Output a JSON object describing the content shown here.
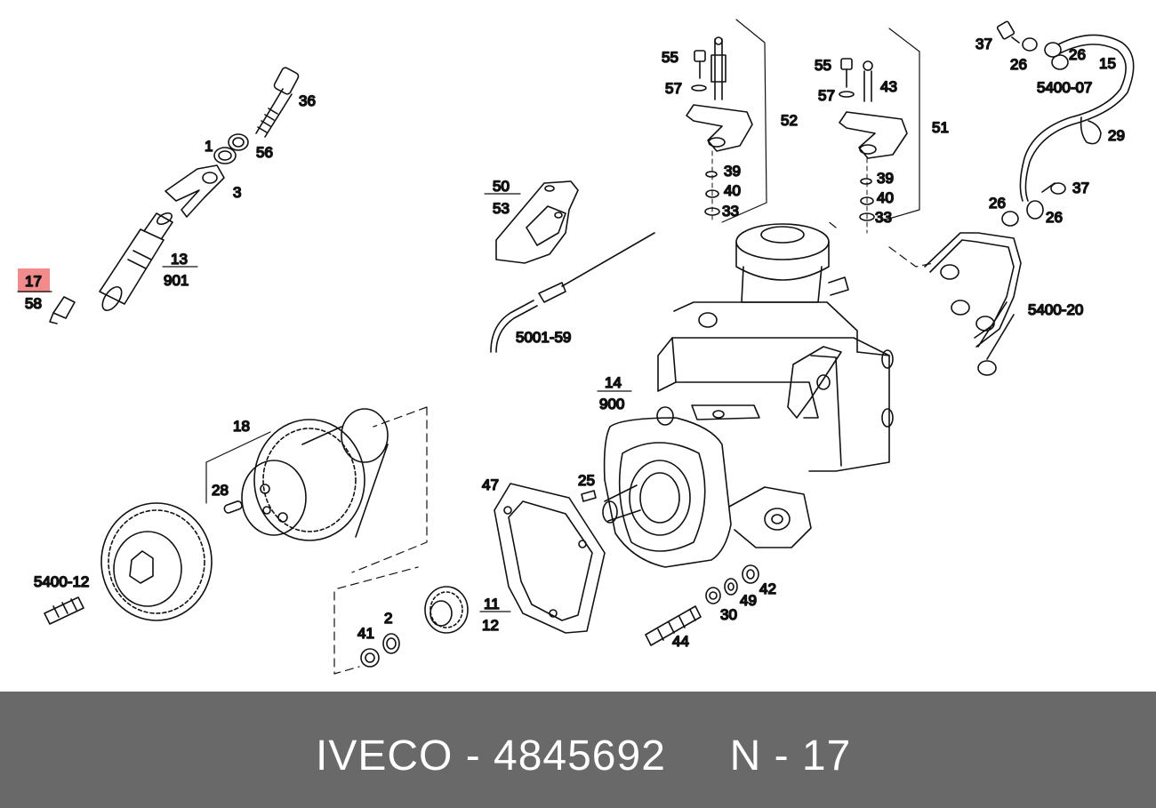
{
  "labels": {
    "l36": "36",
    "l1": "1",
    "l56": "56",
    "l3": "3",
    "l13": "13",
    "l901": "901",
    "l17": "17",
    "l58": "58",
    "l50": "50",
    "l53": "53",
    "l5001_59": "5001-59",
    "l55a": "55",
    "l57a": "57",
    "l52": "52",
    "l39a": "39",
    "l40a": "40",
    "l33a": "33",
    "l55b": "55",
    "l43": "43",
    "l57b": "57",
    "l51": "51",
    "l39b": "39",
    "l40b": "40",
    "l33b": "33",
    "l37a": "37",
    "l26a": "26",
    "l26b": "26",
    "l15": "15",
    "l5400_07": "5400-07",
    "l29": "29",
    "l26c": "26",
    "l37b": "37",
    "l26d": "26",
    "l5400_20": "5400-20",
    "l14": "14",
    "l900": "900",
    "l18": "18",
    "l28": "28",
    "l5400_12": "5400-12",
    "l47": "47",
    "l25": "25",
    "l11": "11",
    "l12": "12",
    "l2": "2",
    "l41": "41",
    "l42": "42",
    "l49": "49",
    "l30": "30",
    "l44": "44"
  },
  "highlight_color": "#f28b8b",
  "footer": {
    "brand": "IVECO",
    "part_number": "4845692",
    "text": "IVECO - 4845692     N - 17"
  }
}
